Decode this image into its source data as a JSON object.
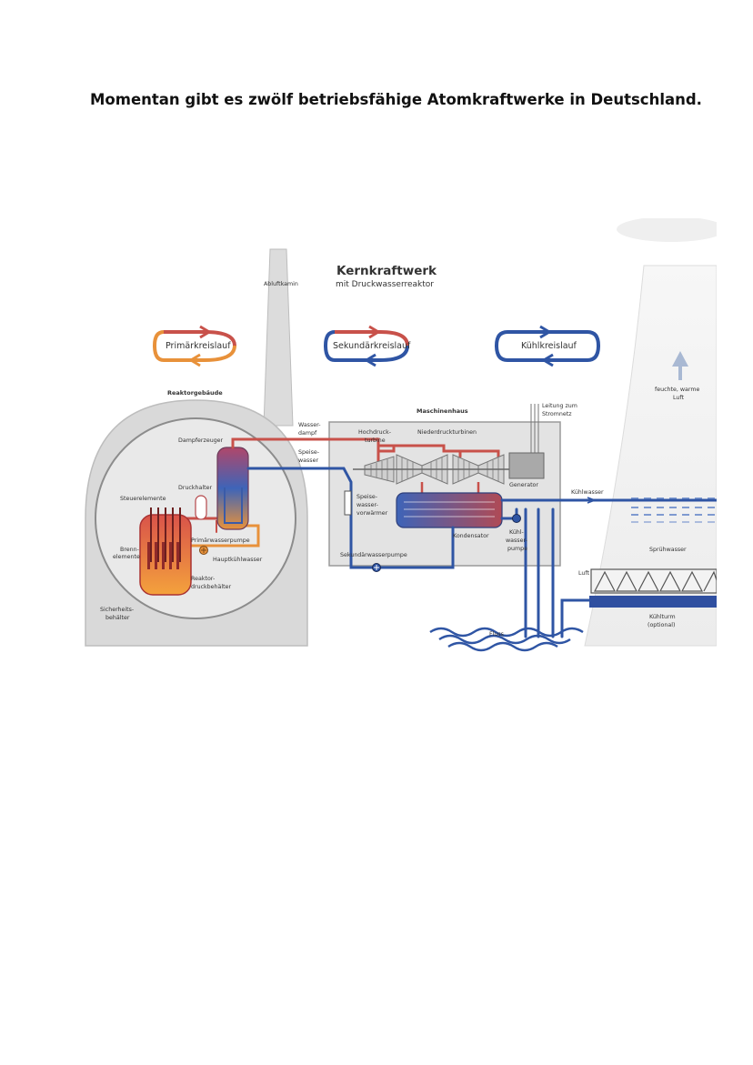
{
  "page": {
    "headline": "Momentan gibt es zwölf betriebsfähige Atomkraftwerke in Deutschland."
  },
  "diagram": {
    "title": "Kernkraftwerk",
    "subtitle": "mit Druckwasserreaktor",
    "loops": {
      "primary": "Primärkreislauf",
      "secondary": "Sekundärkreislauf",
      "cooling": "Kühlkreislauf"
    },
    "labels": {
      "abluftkamin": "Abluftkamin",
      "reaktorgebaeude": "Reaktorgebäude",
      "dampferzeuger": "Dampferzeuger",
      "druckhalter": "Druckhalter",
      "steuerelemente": "Steuerelemente",
      "primaerwasserpumpe": "Primärwasserpumpe",
      "brennelemente_1": "Brenn-",
      "brennelemente_2": "elemente",
      "hauptkuehlwasser": "Hauptkühlwasser",
      "reaktordruckbehaelter_1": "Reaktor-",
      "reaktordruckbehaelter_2": "druckbehälter",
      "sicherheitsbehaelter_1": "Sicherheits-",
      "sicherheitsbehaelter_2": "behälter",
      "wasserdampf_1": "Wasser-",
      "wasserdampf_2": "dampf",
      "speisewasser_1": "Speise-",
      "speisewasser_2": "wasser",
      "maschinenhaus": "Maschinenhaus",
      "leitung_1": "Leitung zum",
      "leitung_2": "Stromnetz",
      "hochdruckturbine_1": "Hochdruck-",
      "hochdruckturbine_2": "turbine",
      "niederdruckturbinen": "Niederdruckturbinen",
      "generator": "Generator",
      "vorwaermer_1": "Speise-",
      "vorwaermer_2": "wasser-",
      "vorwaermer_3": "vorwärmer",
      "kondensator": "Kondensator",
      "kuehlwasserpumpe_1": "Kühl-",
      "kuehlwasserpumpe_2": "wasser-",
      "kuehlwasserpumpe_3": "pumpe",
      "sekundaerwasserpumpe": "Sekundärwasserpumpe",
      "fluss": "Fluss",
      "feuchte_luft_1": "feuchte, warme",
      "feuchte_luft_2": "Luft",
      "kuehlwasser": "Kühlwasser",
      "spruehwasser": "Sprühwasser",
      "luft": "Luft",
      "kuehlturm_1": "Kühlturm",
      "kuehlturm_2": "(optional)"
    }
  },
  "colors": {
    "primary_red": "#c8514a",
    "primary_orange": "#e8913a",
    "secondary_red": "#c8514a",
    "secondary_blue": "#2f55a4",
    "cooling_blue": "#2f55a4",
    "building_gray": "#d9d9d9"
  }
}
